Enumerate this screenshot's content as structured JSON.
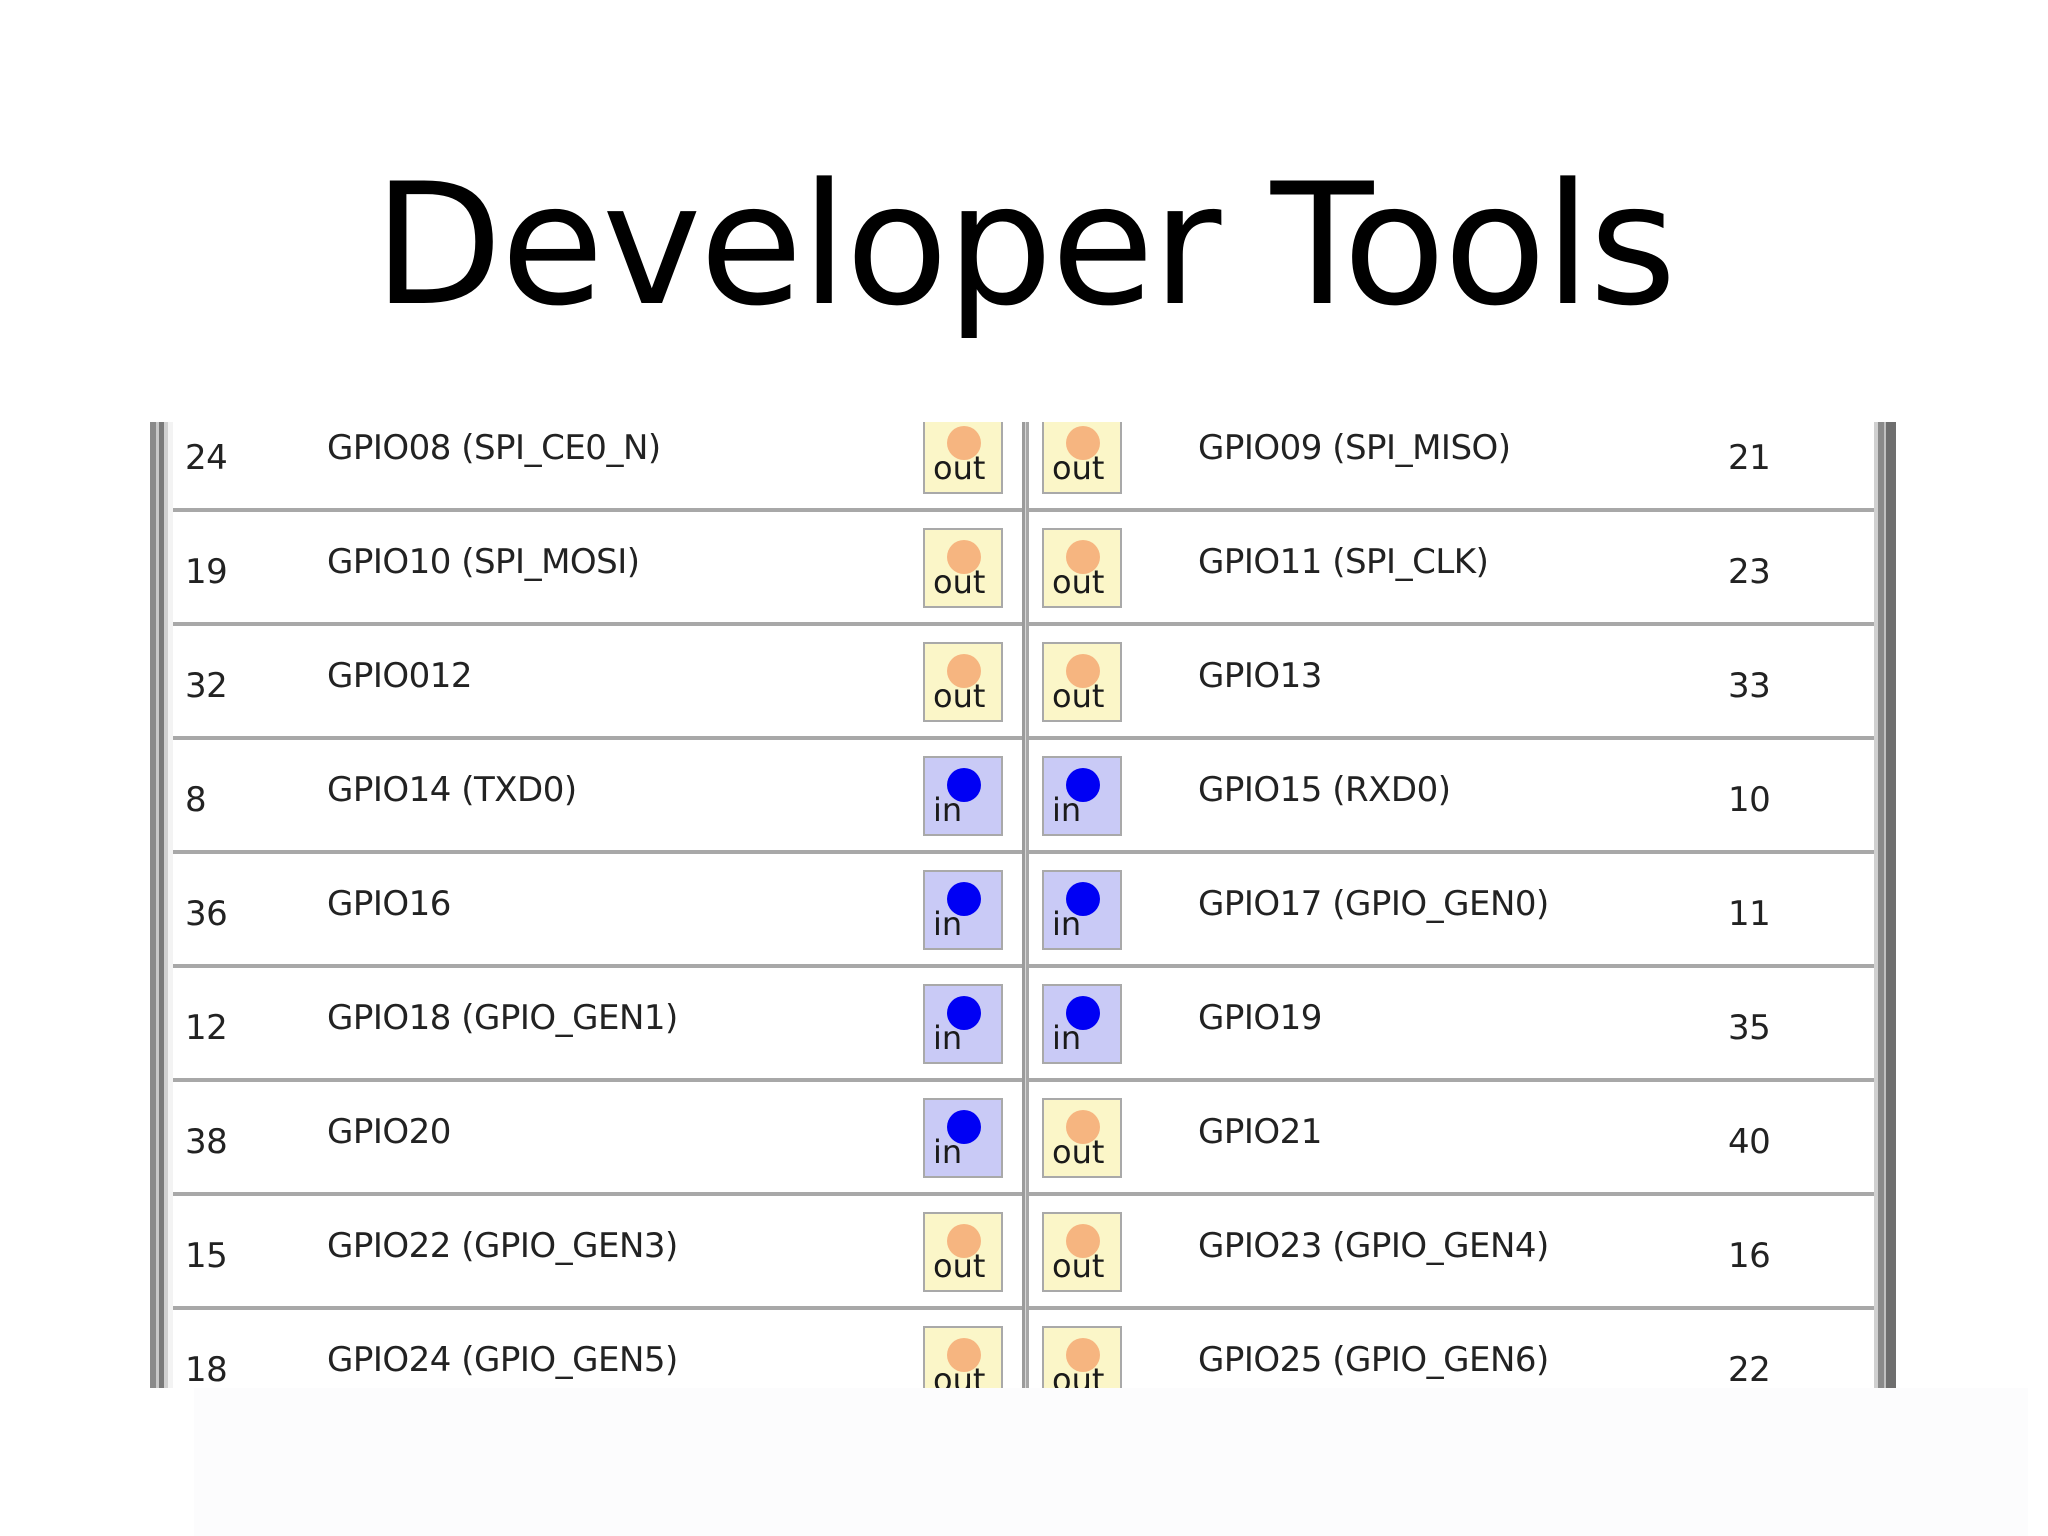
{
  "slide": {
    "title": "Developer Tools"
  },
  "colors": {
    "out_button_bg": "#fbf6c8",
    "out_indicator": "#f6b580",
    "in_button_bg": "#c9caf6",
    "in_indicator": "#0000f4"
  },
  "gpio_table": {
    "rows": [
      {
        "left_pin": "24",
        "left_name": "GPIO08 (SPI_CE0_N)",
        "left_mode": "out",
        "right_mode": "out",
        "right_name": "GPIO09 (SPI_MISO)",
        "right_pin": "21"
      },
      {
        "left_pin": "19",
        "left_name": "GPIO10 (SPI_MOSI)",
        "left_mode": "out",
        "right_mode": "out",
        "right_name": "GPIO11 (SPI_CLK)",
        "right_pin": "23"
      },
      {
        "left_pin": "32",
        "left_name": "GPIO012",
        "left_mode": "out",
        "right_mode": "out",
        "right_name": "GPIO13",
        "right_pin": "33"
      },
      {
        "left_pin": "8",
        "left_name": "GPIO14 (TXD0)",
        "left_mode": "in",
        "right_mode": "in",
        "right_name": "GPIO15 (RXD0)",
        "right_pin": "10"
      },
      {
        "left_pin": "36",
        "left_name": "GPIO16",
        "left_mode": "in",
        "right_mode": "in",
        "right_name": "GPIO17 (GPIO_GEN0)",
        "right_pin": "11"
      },
      {
        "left_pin": "12",
        "left_name": "GPIO18 (GPIO_GEN1)",
        "left_mode": "in",
        "right_mode": "in",
        "right_name": "GPIO19",
        "right_pin": "35"
      },
      {
        "left_pin": "38",
        "left_name": "GPIO20",
        "left_mode": "in",
        "right_mode": "out",
        "right_name": "GPIO21",
        "right_pin": "40"
      },
      {
        "left_pin": "15",
        "left_name": "GPIO22 (GPIO_GEN3)",
        "left_mode": "out",
        "right_mode": "out",
        "right_name": "GPIO23 (GPIO_GEN4)",
        "right_pin": "16"
      },
      {
        "left_pin": "18",
        "left_name": "GPIO24 (GPIO_GEN5)",
        "left_mode": "out",
        "right_mode": "out",
        "right_name": "GPIO25 (GPIO_GEN6)",
        "right_pin": "22"
      }
    ]
  }
}
